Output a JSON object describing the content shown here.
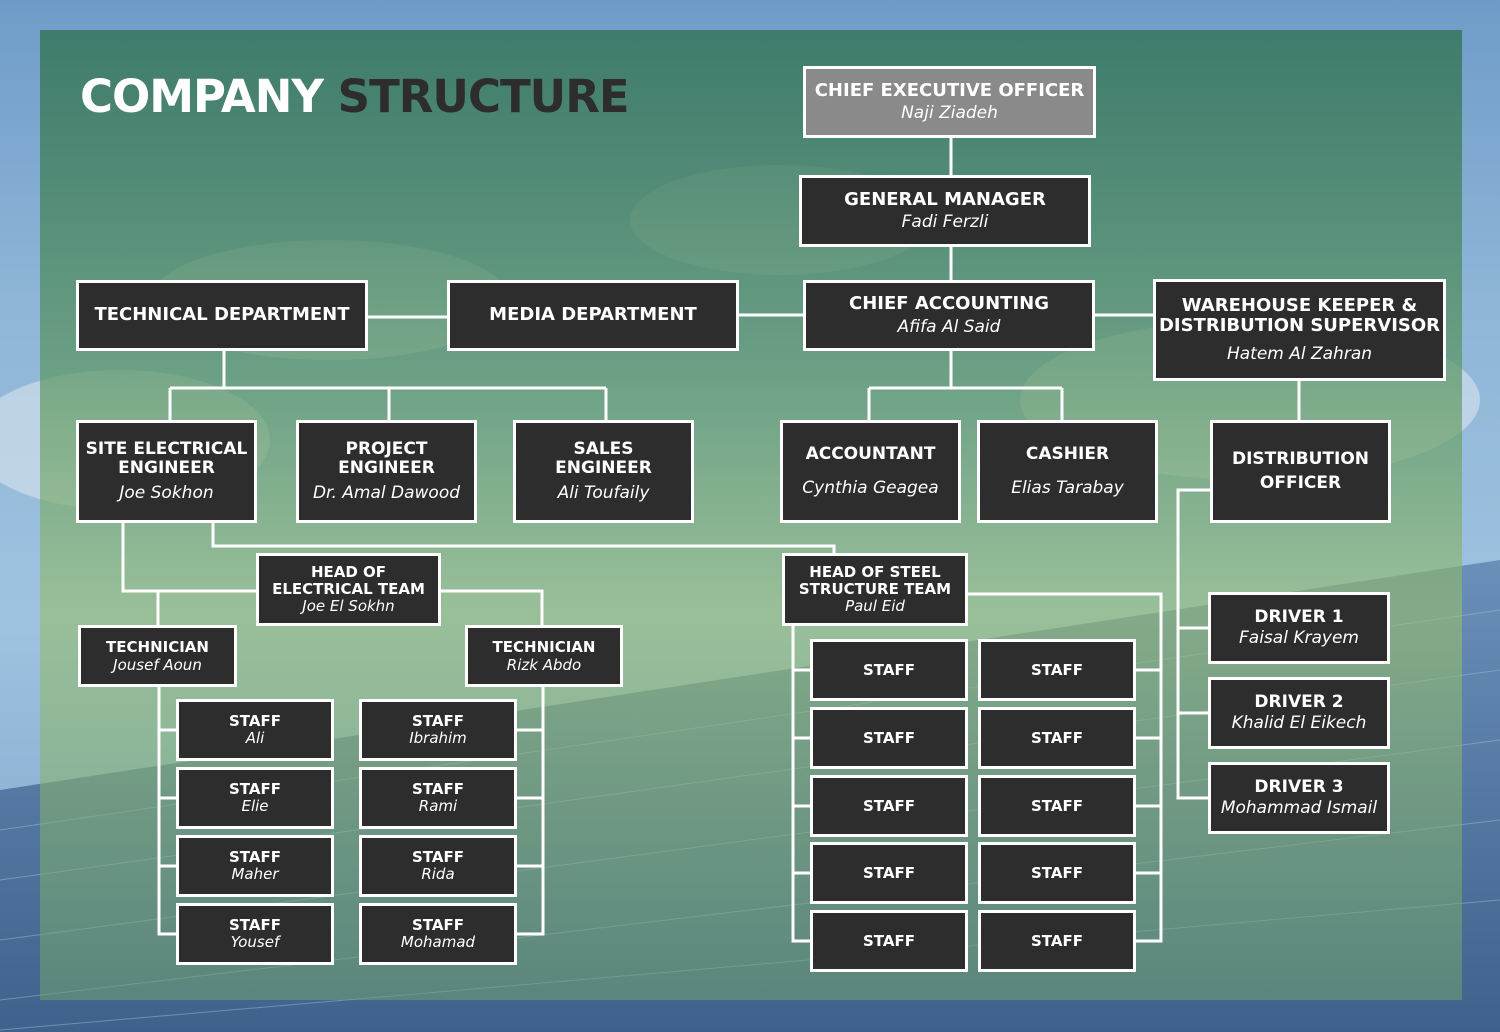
{
  "title": {
    "part1": "COMPANY",
    "part2": "STRUCTURE"
  },
  "colors": {
    "box": "#2d2d2d",
    "ceo_box": "#8a8a8a",
    "border": "#ffffff",
    "text": "#ffffff",
    "title_dark": "#2d2d2d"
  },
  "ceo": {
    "role": "CHIEF EXECUTIVE OFFICER",
    "name": "Naji Ziadeh"
  },
  "gm": {
    "role": "GENERAL MANAGER",
    "name": "Fadi Ferzli"
  },
  "technical_dept": {
    "role": "TECHNICAL DEPARTMENT"
  },
  "media_dept": {
    "role": "MEDIA DEPARTMENT"
  },
  "chief_accounting": {
    "role": "CHIEF ACCOUNTING",
    "name": "Afifa Al Said"
  },
  "warehouse": {
    "role_line1": "WAREHOUSE KEEPER &",
    "role_line2": "DISTRIBUTION SUPERVISOR",
    "name": "Hatem Al Zahran"
  },
  "site_engineer": {
    "role_line1": "SITE ELECTRICAL",
    "role_line2": "ENGINEER",
    "name": "Joe Sokhon"
  },
  "project_engineer": {
    "role_line1": "PROJECT",
    "role_line2": "ENGINEER",
    "name": "Dr. Amal Dawood"
  },
  "sales_engineer": {
    "role_line1": "SALES",
    "role_line2": "ENGINEER",
    "name": "Ali Toufaily"
  },
  "accountant": {
    "role": "ACCOUNTANT",
    "name": "Cynthia Geagea"
  },
  "cashier": {
    "role": "CASHIER",
    "name": "Elias Tarabay"
  },
  "distribution_officer": {
    "role_line1": "DISTRIBUTION",
    "role_line2": "OFFICER"
  },
  "head_electrical": {
    "role_line1": "HEAD OF",
    "role_line2": "ELECTRICAL TEAM",
    "name": "Joe El Sokhn"
  },
  "head_steel": {
    "role_line1": "HEAD OF STEEL",
    "role_line2": "STRUCTURE TEAM",
    "name": "Paul Eid"
  },
  "technician_left": {
    "role": "TECHNICIAN",
    "name": "Jousef Aoun"
  },
  "technician_right": {
    "role": "TECHNICIAN",
    "name": "Rizk Abdo"
  },
  "staff_left": [
    {
      "role": "STAFF",
      "name": "Ali"
    },
    {
      "role": "STAFF",
      "name": "Elie"
    },
    {
      "role": "STAFF",
      "name": "Maher"
    },
    {
      "role": "STAFF",
      "name": "Yousef"
    }
  ],
  "staff_right": [
    {
      "role": "STAFF",
      "name": "Ibrahim"
    },
    {
      "role": "STAFF",
      "name": "Rami"
    },
    {
      "role": "STAFF",
      "name": "Rida"
    },
    {
      "role": "STAFF",
      "name": "Mohamad"
    }
  ],
  "steel_staff_left": [
    "STAFF",
    "STAFF",
    "STAFF",
    "STAFF",
    "STAFF"
  ],
  "steel_staff_right": [
    "STAFF",
    "STAFF",
    "STAFF",
    "STAFF",
    "STAFF"
  ],
  "drivers": [
    {
      "role": "DRIVER 1",
      "name": "Faisal Krayem"
    },
    {
      "role": "DRIVER 2",
      "name": "Khalid El Eikech"
    },
    {
      "role": "DRIVER 3",
      "name": "Mohammad Ismail"
    }
  ]
}
